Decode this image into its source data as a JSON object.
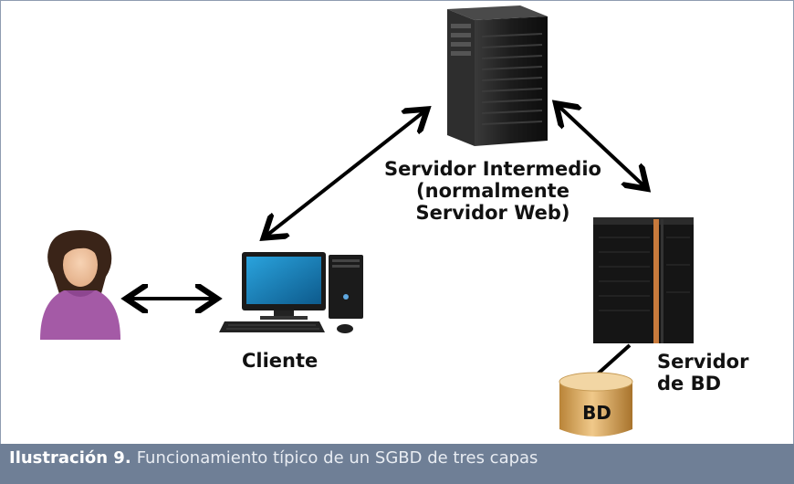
{
  "nodes": {
    "middle_server": {
      "label_line1": "Servidor Intermedio",
      "label_line2": "(normalmente",
      "label_line3": "Servidor Web)"
    },
    "client": {
      "label": "Cliente"
    },
    "db_server": {
      "label_line1": "Servidor",
      "label_line2": "de BD"
    },
    "database": {
      "label": "BD"
    }
  },
  "caption": {
    "prefix": "Ilustración 9.",
    "text": "Funcionamiento típico de un SGBD de tres capas"
  },
  "colors": {
    "caption_bg": "#6f7f96",
    "person_shirt": "#a45aa6",
    "monitor_screen": "#1c7fb8",
    "db_cylinder": "#d9a85e"
  }
}
